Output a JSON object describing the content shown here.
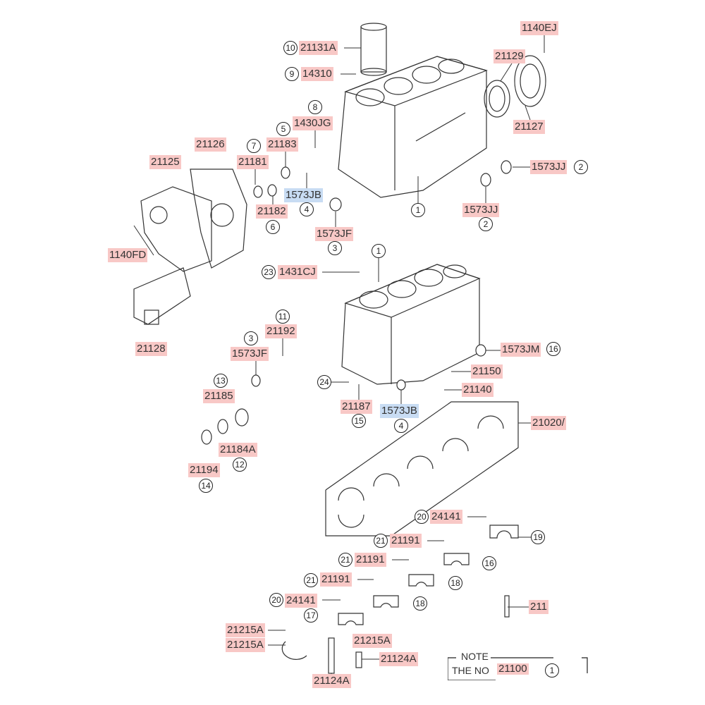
{
  "parts": [
    {
      "number": "1140EJ"
    },
    {
      "number": "21131A",
      "ref": "10"
    },
    {
      "number": "14310",
      "ref": "9"
    },
    {
      "number": "1430JG",
      "ref": "8"
    },
    {
      "number": "21183",
      "ref": "5"
    },
    {
      "number": "21181",
      "ref": "7"
    },
    {
      "number": "21126"
    },
    {
      "number": "21125"
    },
    {
      "number": "21129"
    },
    {
      "number": "21127"
    },
    {
      "number": "1573JJ",
      "ref": "2"
    },
    {
      "number": "1573JB",
      "ref": "4"
    },
    {
      "number": "21182",
      "ref": "6"
    },
    {
      "number": "1573JJ",
      "ref": "2"
    },
    {
      "number": "1573JF",
      "ref": "3"
    },
    {
      "number": "1140FD"
    },
    {
      "number": "1431CJ",
      "ref": "23"
    },
    {
      "number": "21192",
      "ref": "11"
    },
    {
      "number": "1573JF",
      "ref": "3"
    },
    {
      "number": "21128"
    },
    {
      "number": "1573JM",
      "ref": "16"
    },
    {
      "number": "21150"
    },
    {
      "number": "21185",
      "ref": "13"
    },
    {
      "number": "21140"
    },
    {
      "number": "21187",
      "ref": "15"
    },
    {
      "number": "1573JB",
      "ref": "4"
    },
    {
      "number": "21020/"
    },
    {
      "number": "21184A",
      "ref": "12"
    },
    {
      "number": "21194",
      "ref": "14"
    },
    {
      "number": "24141",
      "ref": "20"
    },
    {
      "number": "21191",
      "ref": "21"
    },
    {
      "number": "21191",
      "ref": "21"
    },
    {
      "number": "21191",
      "ref": "21"
    },
    {
      "number": "24141",
      "ref": "20"
    },
    {
      "number": "211"
    },
    {
      "number": "21215A"
    },
    {
      "number": "21215A"
    },
    {
      "number": "21215A"
    },
    {
      "number": "21124A"
    },
    {
      "number": "21124A"
    }
  ],
  "standalone_refs": [
    "1",
    "1",
    "24",
    "19",
    "16",
    "18",
    "18",
    "17"
  ],
  "note": {
    "title": "NOTE",
    "text": "THE NO",
    "part": "21100",
    "ref": "1"
  },
  "colors": {
    "label_bg": "#f8c8c6",
    "highlight_bg": "#c8dcf3"
  }
}
